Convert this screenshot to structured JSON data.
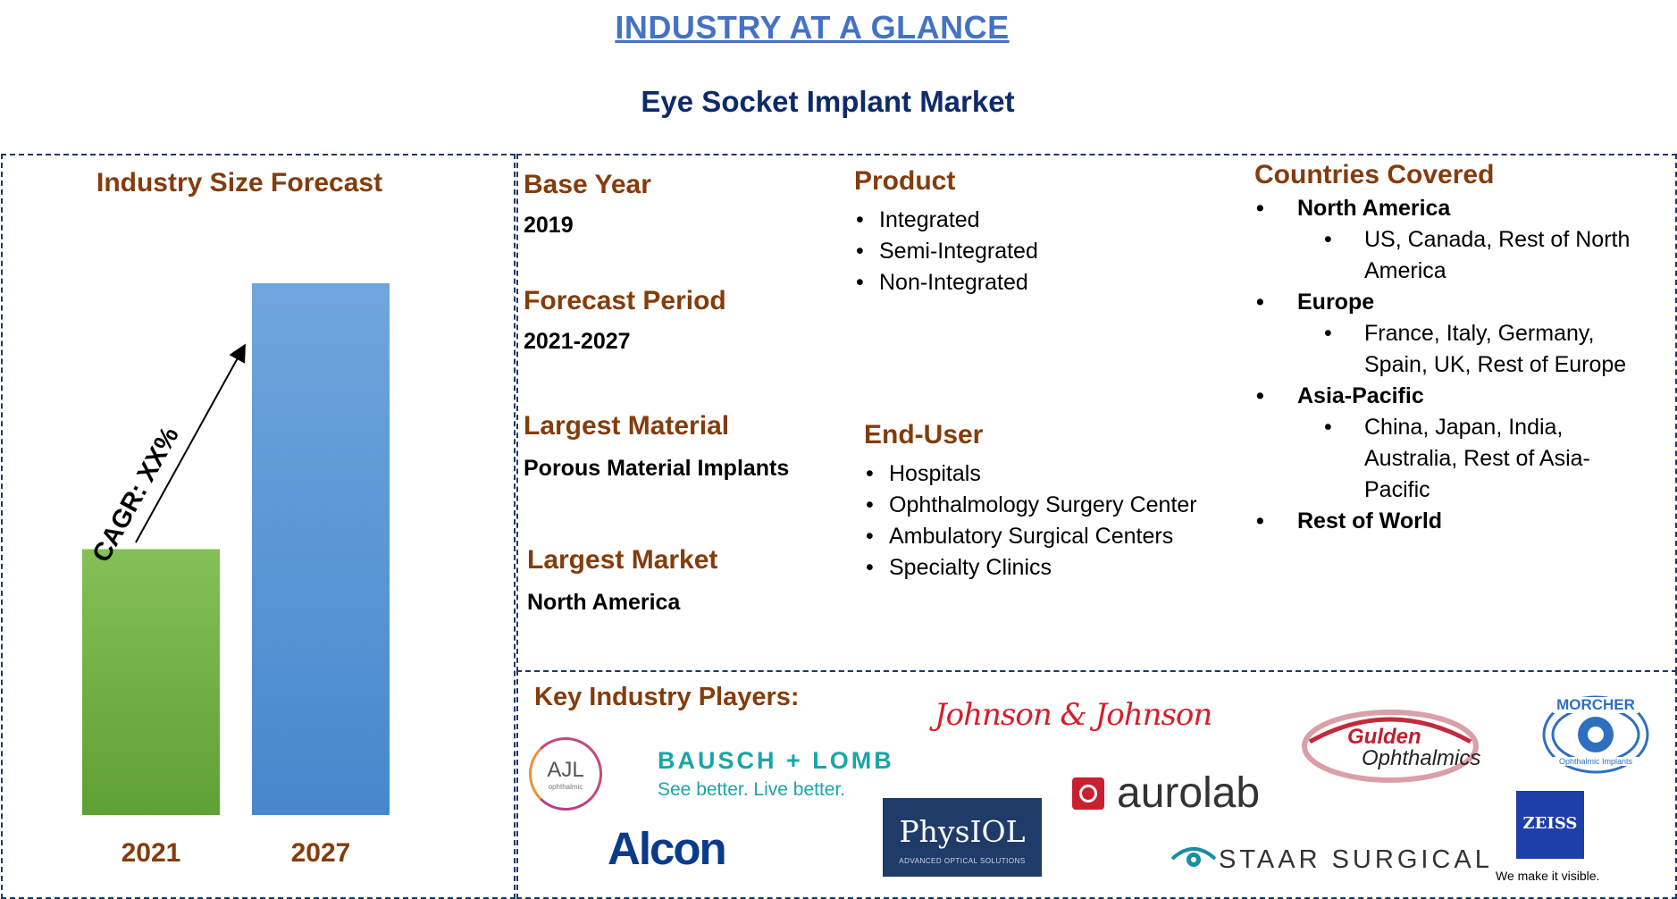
{
  "header": {
    "title": "INDUSTRY AT A GLANCE",
    "subtitle": "Eye Socket Implant Market"
  },
  "forecast": {
    "title": "Industry Size Forecast",
    "cagr_label": "CAGR: XX%"
  },
  "chart_data": {
    "type": "bar",
    "title": "Industry Size Forecast",
    "categories": [
      "2021",
      "2027"
    ],
    "values": [
      0.5,
      1.0
    ],
    "value_note": "relative bar heights; no axis values shown",
    "colors": [
      "#6aab3f",
      "#4a8fd4"
    ],
    "annotation": "CAGR: XX%"
  },
  "base_year": {
    "label": "Base Year",
    "value": "2019"
  },
  "forecast_period": {
    "label": "Forecast Period",
    "value": "2021-2027"
  },
  "largest_material": {
    "label": "Largest Material",
    "value": "Porous Material Implants"
  },
  "largest_market": {
    "label": "Largest Market",
    "value": "North America"
  },
  "product": {
    "label": "Product",
    "items": [
      "Integrated",
      "Semi-Integrated",
      "Non-Integrated"
    ]
  },
  "end_user": {
    "label": "End-User",
    "items": [
      "Hospitals",
      "Ophthalmology Surgery Center",
      "Ambulatory Surgical Centers",
      "Specialty Clinics"
    ]
  },
  "countries": {
    "label": "Countries Covered",
    "regions": [
      {
        "name": "North America",
        "lines": [
          "US, Canada, Rest of North",
          "America"
        ]
      },
      {
        "name": "Europe",
        "lines": [
          "France, Italy, Germany,",
          "Spain, UK, Rest of Europe"
        ]
      },
      {
        "name": "Asia-Pacific",
        "lines": [
          "China, Japan, India,",
          "Australia, Rest of Asia-",
          "Pacific"
        ]
      },
      {
        "name": "Rest of World",
        "lines": []
      }
    ]
  },
  "players": {
    "label": "Key Industry Players:",
    "ajl": {
      "main": "AJL",
      "sub": "ophthalmic"
    },
    "bausch": {
      "name": "BAUSCH + LOMB",
      "tagline": "See better. Live better."
    },
    "jnj": {
      "name": "Johnson & Johnson"
    },
    "gulden": {
      "line1": "Gulden",
      "line2": "Ophthalmics"
    },
    "morcher": {
      "name": "MORCHER",
      "sub": "Ophthalmic Implants"
    },
    "alcon": {
      "name": "Alcon"
    },
    "physiol": {
      "name": "PhysIOL",
      "sub": "ADVANCED OPTICAL SOLUTIONS"
    },
    "aurolab": {
      "name": "aurolab"
    },
    "staar": {
      "name": "STAAR SURGICAL"
    },
    "zeiss": {
      "name": "ZEISS",
      "tagline": "We make it visible."
    }
  }
}
